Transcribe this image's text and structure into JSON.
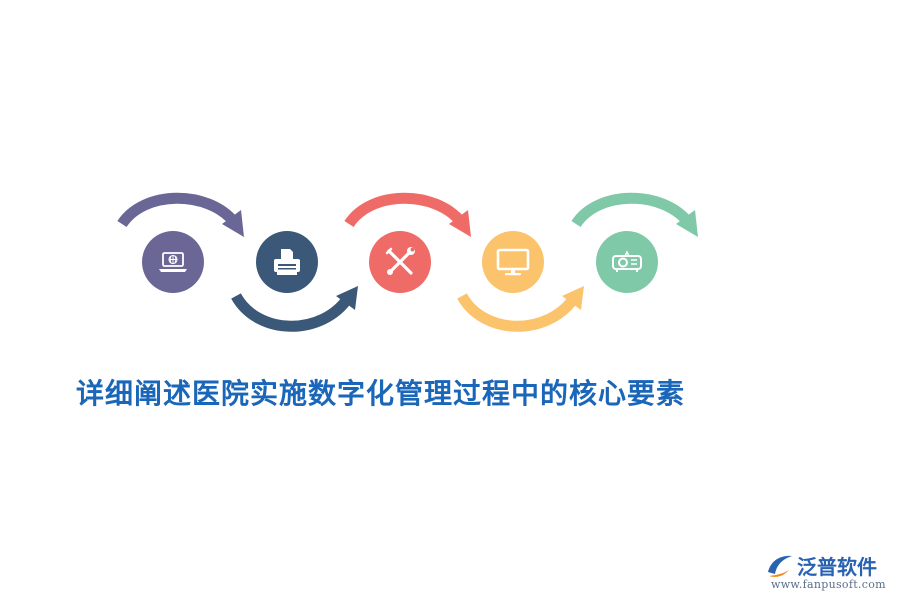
{
  "title": "详细阐述医院实施数字化管理过程中的核心要素",
  "colors": {
    "title": "#1a66b8",
    "icon_glyph": "#ffffff",
    "logo_blue": "#2a62b2",
    "logo_orange": "#f08a1f",
    "url_text": "#5a6e8c"
  },
  "steps": [
    {
      "name": "step-laptop",
      "icon": "laptop-globe-icon",
      "color": "#6a6796",
      "arrow": "top"
    },
    {
      "name": "step-printer",
      "icon": "printer-icon",
      "color": "#3b5878",
      "arrow": "bottom"
    },
    {
      "name": "step-tools",
      "icon": "wrench-screwdriver-icon",
      "color": "#ef6b67",
      "arrow": "top"
    },
    {
      "name": "step-monitor",
      "icon": "monitor-icon",
      "color": "#fbc36c",
      "arrow": "bottom"
    },
    {
      "name": "step-projector",
      "icon": "projector-icon",
      "color": "#7fc9a8",
      "arrow": "top"
    }
  ],
  "logo": {
    "name": "泛普软件",
    "url": "www.fanpusoft.com"
  }
}
